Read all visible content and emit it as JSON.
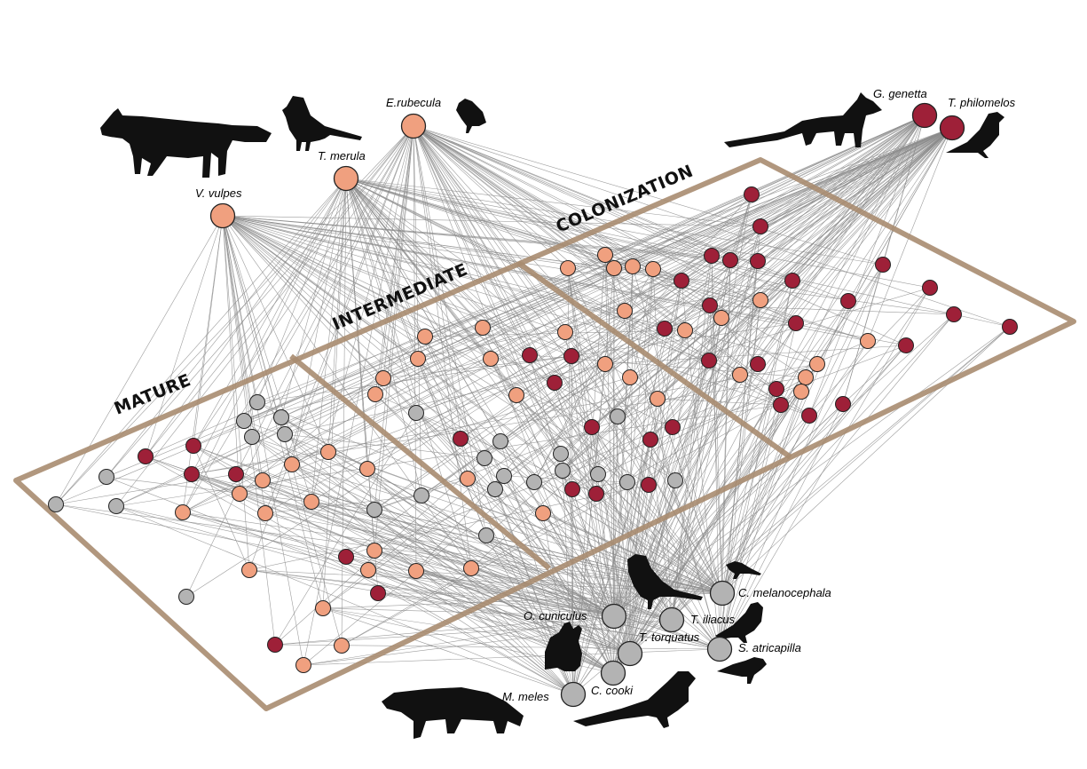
{
  "colors": {
    "colonization": "#9e2038",
    "intermediate": "#f0a07f",
    "mature": "#b3b3b3",
    "border": "#a98c70",
    "links": "#8c8c8c"
  },
  "zones": [
    {
      "id": "mature",
      "label": "MATURE"
    },
    {
      "id": "intermediate",
      "label": "INTERMEDIATE"
    },
    {
      "id": "colonization",
      "label": "COLONIZATION"
    }
  ],
  "dispersers": [
    {
      "id": "erubecula",
      "label": "E.rubecula",
      "zone": "intermediate",
      "icon": "robin-icon"
    },
    {
      "id": "tmerula",
      "label": "T. merula",
      "zone": "intermediate",
      "icon": "blackbird-icon"
    },
    {
      "id": "vvulpes",
      "label": "V. vulpes",
      "zone": "intermediate",
      "icon": "fox-icon"
    },
    {
      "id": "ggenetta",
      "label": "G. genetta",
      "zone": "colonization",
      "icon": "genet-icon"
    },
    {
      "id": "tphilomelos",
      "label": "T. philomelos",
      "zone": "colonization",
      "icon": "thrush-icon"
    },
    {
      "id": "cmelanocephala",
      "label": "C. melanocephala",
      "zone": "mature",
      "icon": "warbler-icon"
    },
    {
      "id": "ocuniculus",
      "label": "O. cuniculus",
      "zone": "mature",
      "icon": "rabbit-icon"
    },
    {
      "id": "tiliacus",
      "label": "T. iliacus",
      "zone": "mature",
      "icon": "redwing-icon"
    },
    {
      "id": "ttorquatus",
      "label": "T. torquatus",
      "zone": "mature",
      "icon": "ring-ouzel-icon"
    },
    {
      "id": "satricapilla",
      "label": "S. atricapilla",
      "zone": "mature",
      "icon": "blackcap-icon"
    },
    {
      "id": "ccooki",
      "label": "C. cooki",
      "zone": "mature",
      "icon": "magpie-icon"
    },
    {
      "id": "mmeles",
      "label": "M. meles",
      "zone": "mature",
      "icon": "badger-icon"
    }
  ]
}
